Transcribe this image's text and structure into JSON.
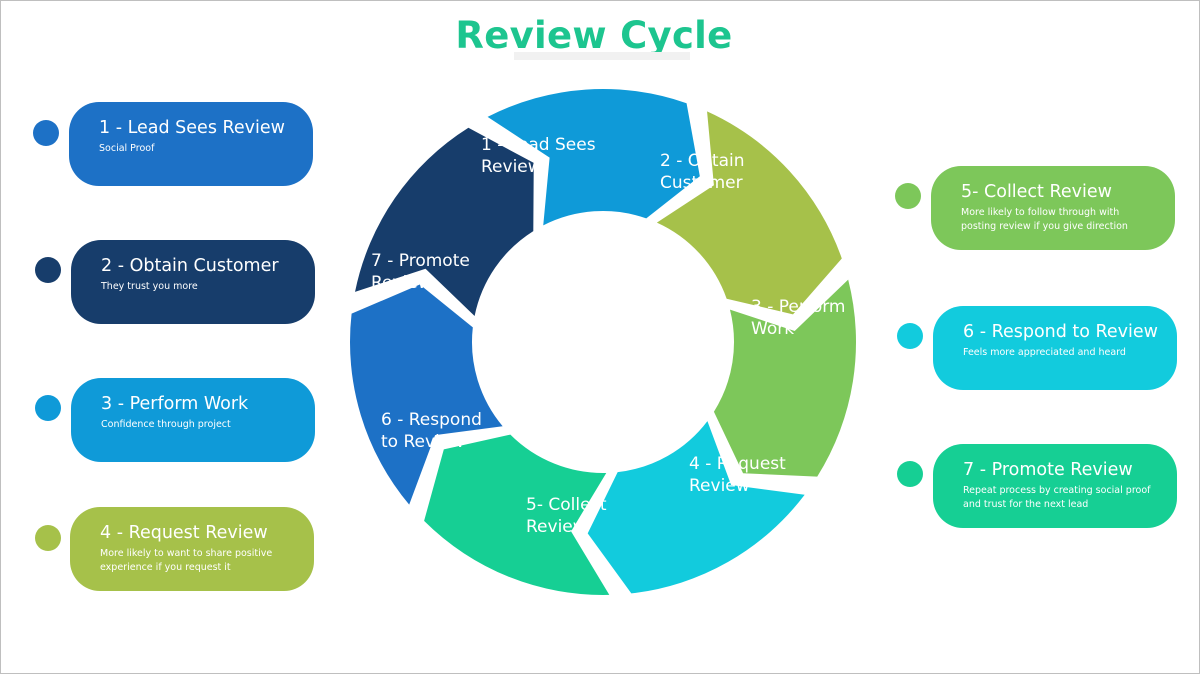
{
  "title": "Review Cycle",
  "colors": {
    "title": "#1dc58f",
    "step1": "#1d71c6",
    "step2": "#173d6b",
    "step3": "#0f9ad8",
    "step4": "#a6c14a",
    "step5": "#7dc75a",
    "step6": "#12cbdd",
    "step7": "#16cf94"
  },
  "wheel": {
    "segments": [
      {
        "line1": "1 - Lead Sees",
        "line2": "Review"
      },
      {
        "line1": "2 - Obtain",
        "line2": "Customer"
      },
      {
        "line1": "3 - Perform",
        "line2": "Work"
      },
      {
        "line1": "4 -  Request",
        "line2": "Review"
      },
      {
        "line1": "5- Collect",
        "line2": "Review"
      },
      {
        "line1": "6 - Respond",
        "line2": "to Review"
      },
      {
        "line1": "7 - Promote",
        "line2": "Review"
      }
    ]
  },
  "steps": [
    {
      "title": "1 - Lead  Sees Review",
      "subtitle": "Social Proof"
    },
    {
      "title": "2 - Obtain Customer",
      "subtitle": "They trust you more"
    },
    {
      "title": "3 - Perform Work",
      "subtitle": "Confidence through project"
    },
    {
      "title": "4 -  Request Review",
      "subtitle": "More likely to want to share positive experience if you request it"
    },
    {
      "title": "5- Collect Review",
      "subtitle": "More likely to follow through with posting review if you give direction"
    },
    {
      "title": "6 - Respond to Review",
      "subtitle": "Feels more appreciated and heard"
    },
    {
      "title": "7 - Promote Review",
      "subtitle": "Repeat process by creating social proof and trust for the next lead"
    }
  ]
}
